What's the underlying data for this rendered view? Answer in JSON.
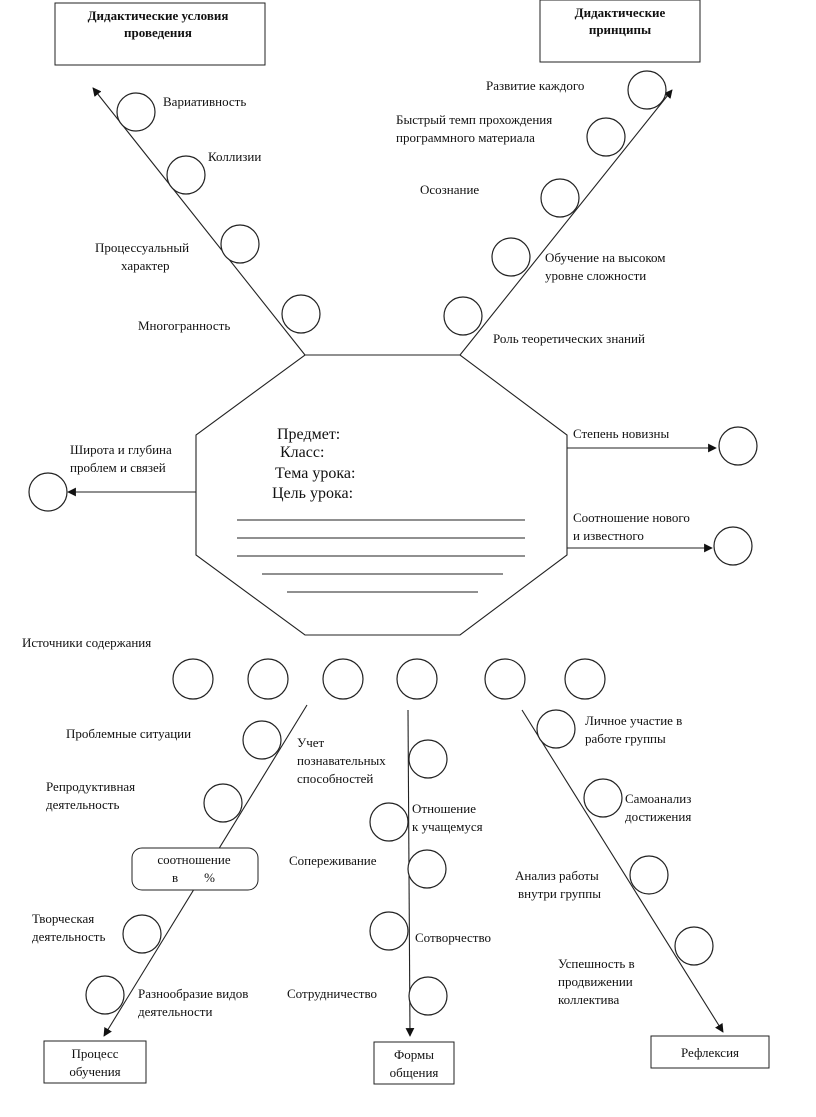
{
  "boxes": {
    "didactic_conditions": [
      "Дидактические условия",
      "проведения"
    ],
    "didactic_principles": [
      "Дидактические",
      "принципы"
    ],
    "learning_process": [
      "Процесс",
      "обучения"
    ],
    "communication_forms": [
      "Формы",
      "общения"
    ],
    "reflection": "Рефлексия"
  },
  "left_branch": [
    [
      "Вариативность"
    ],
    [
      "Коллизии"
    ],
    [
      "Процессуальный",
      "характер"
    ],
    [
      "Многогранность"
    ]
  ],
  "right_branch": [
    [
      "Развитие каждого"
    ],
    [
      "Быстрый темп прохождения",
      "программного материала"
    ],
    [
      "Осознание"
    ],
    [
      "Обучение на высоком",
      "уровне сложности"
    ],
    [
      "Роль теоретических знаний"
    ]
  ],
  "center": {
    "subject": "Предмет:",
    "class": "Класс:",
    "topic": "Тема урока:",
    "goal": "Цель урока:"
  },
  "left_arrow": [
    "Широта и глубина",
    "проблем и связей"
  ],
  "right_arrows": [
    [
      "Степень новизны"
    ],
    [
      "Соотношение нового",
      "и известного"
    ]
  ],
  "sources_label": "Источники содержания",
  "process_branch": [
    [
      "Проблемные ситуации"
    ],
    [
      "Репродуктивная",
      "деятельность"
    ],
    [
      "Творческая",
      "деятельность"
    ],
    [
      "Разнообразие видов",
      "деятельности"
    ]
  ],
  "ratio_box": [
    "соотношение",
    "в        %"
  ],
  "forms_branch": [
    [
      "Учет",
      "познавательных",
      "способностей"
    ],
    [
      "Отношение",
      "к учащемуся"
    ],
    [
      "Сопереживание"
    ],
    [
      "Сотворчество"
    ],
    [
      "Сотрудничество"
    ]
  ],
  "reflection_branch": [
    [
      "Личное участие в",
      "работе группы"
    ],
    [
      "Самоанализ",
      "достижения"
    ],
    [
      "Анализ работы",
      "внутри группы"
    ],
    [
      "Успешность в",
      "продвижении",
      "коллектива"
    ]
  ]
}
